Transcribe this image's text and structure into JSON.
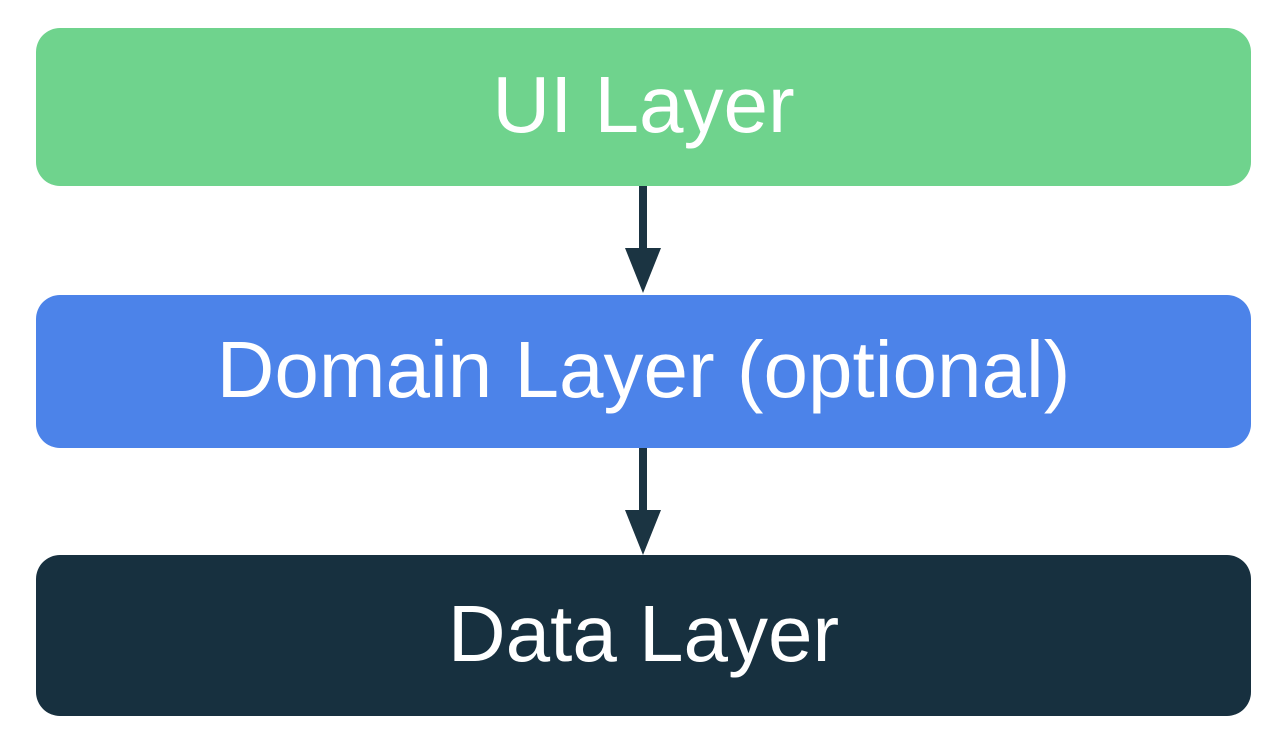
{
  "diagram": {
    "background_color": "#ffffff",
    "layers": [
      {
        "id": "ui",
        "label": "UI Layer",
        "color": "#6FD38D",
        "text_color": "#ffffff"
      },
      {
        "id": "domain",
        "label": "Domain Layer (optional)",
        "color": "#4C83E9",
        "text_color": "#ffffff"
      },
      {
        "id": "data",
        "label": "Data Layer",
        "color": "#17303F",
        "text_color": "#ffffff"
      }
    ],
    "arrows": [
      {
        "from": "ui",
        "to": "domain",
        "direction": "down",
        "color": "#1B3442"
      },
      {
        "from": "domain",
        "to": "data",
        "direction": "down",
        "color": "#1B3442"
      }
    ]
  }
}
